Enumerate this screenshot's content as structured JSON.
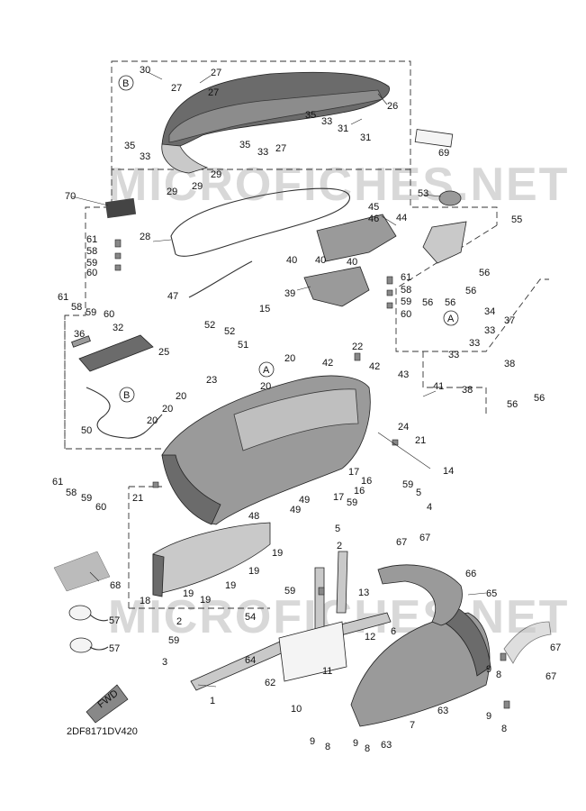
{
  "diagram": {
    "code": "2DF8171DV420",
    "watermark": "MICROFICHES.NET",
    "fwd_label": "FWD",
    "reference_marks": [
      "A",
      "B"
    ],
    "callouts": [
      "1",
      "2",
      "3",
      "4",
      "5",
      "6",
      "7",
      "8",
      "9",
      "10",
      "11",
      "12",
      "13",
      "14",
      "15",
      "16",
      "17",
      "18",
      "19",
      "20",
      "21",
      "22",
      "23",
      "24",
      "25",
      "26",
      "27",
      "28",
      "29",
      "30",
      "31",
      "32",
      "33",
      "34",
      "35",
      "36",
      "37",
      "38",
      "39",
      "40",
      "41",
      "42",
      "43",
      "44",
      "45",
      "46",
      "47",
      "48",
      "49",
      "50",
      "51",
      "52",
      "53",
      "54",
      "55",
      "56",
      "57",
      "58",
      "59",
      "60",
      "61",
      "62",
      "63",
      "64",
      "65",
      "66",
      "67",
      "68",
      "69",
      "70"
    ]
  }
}
